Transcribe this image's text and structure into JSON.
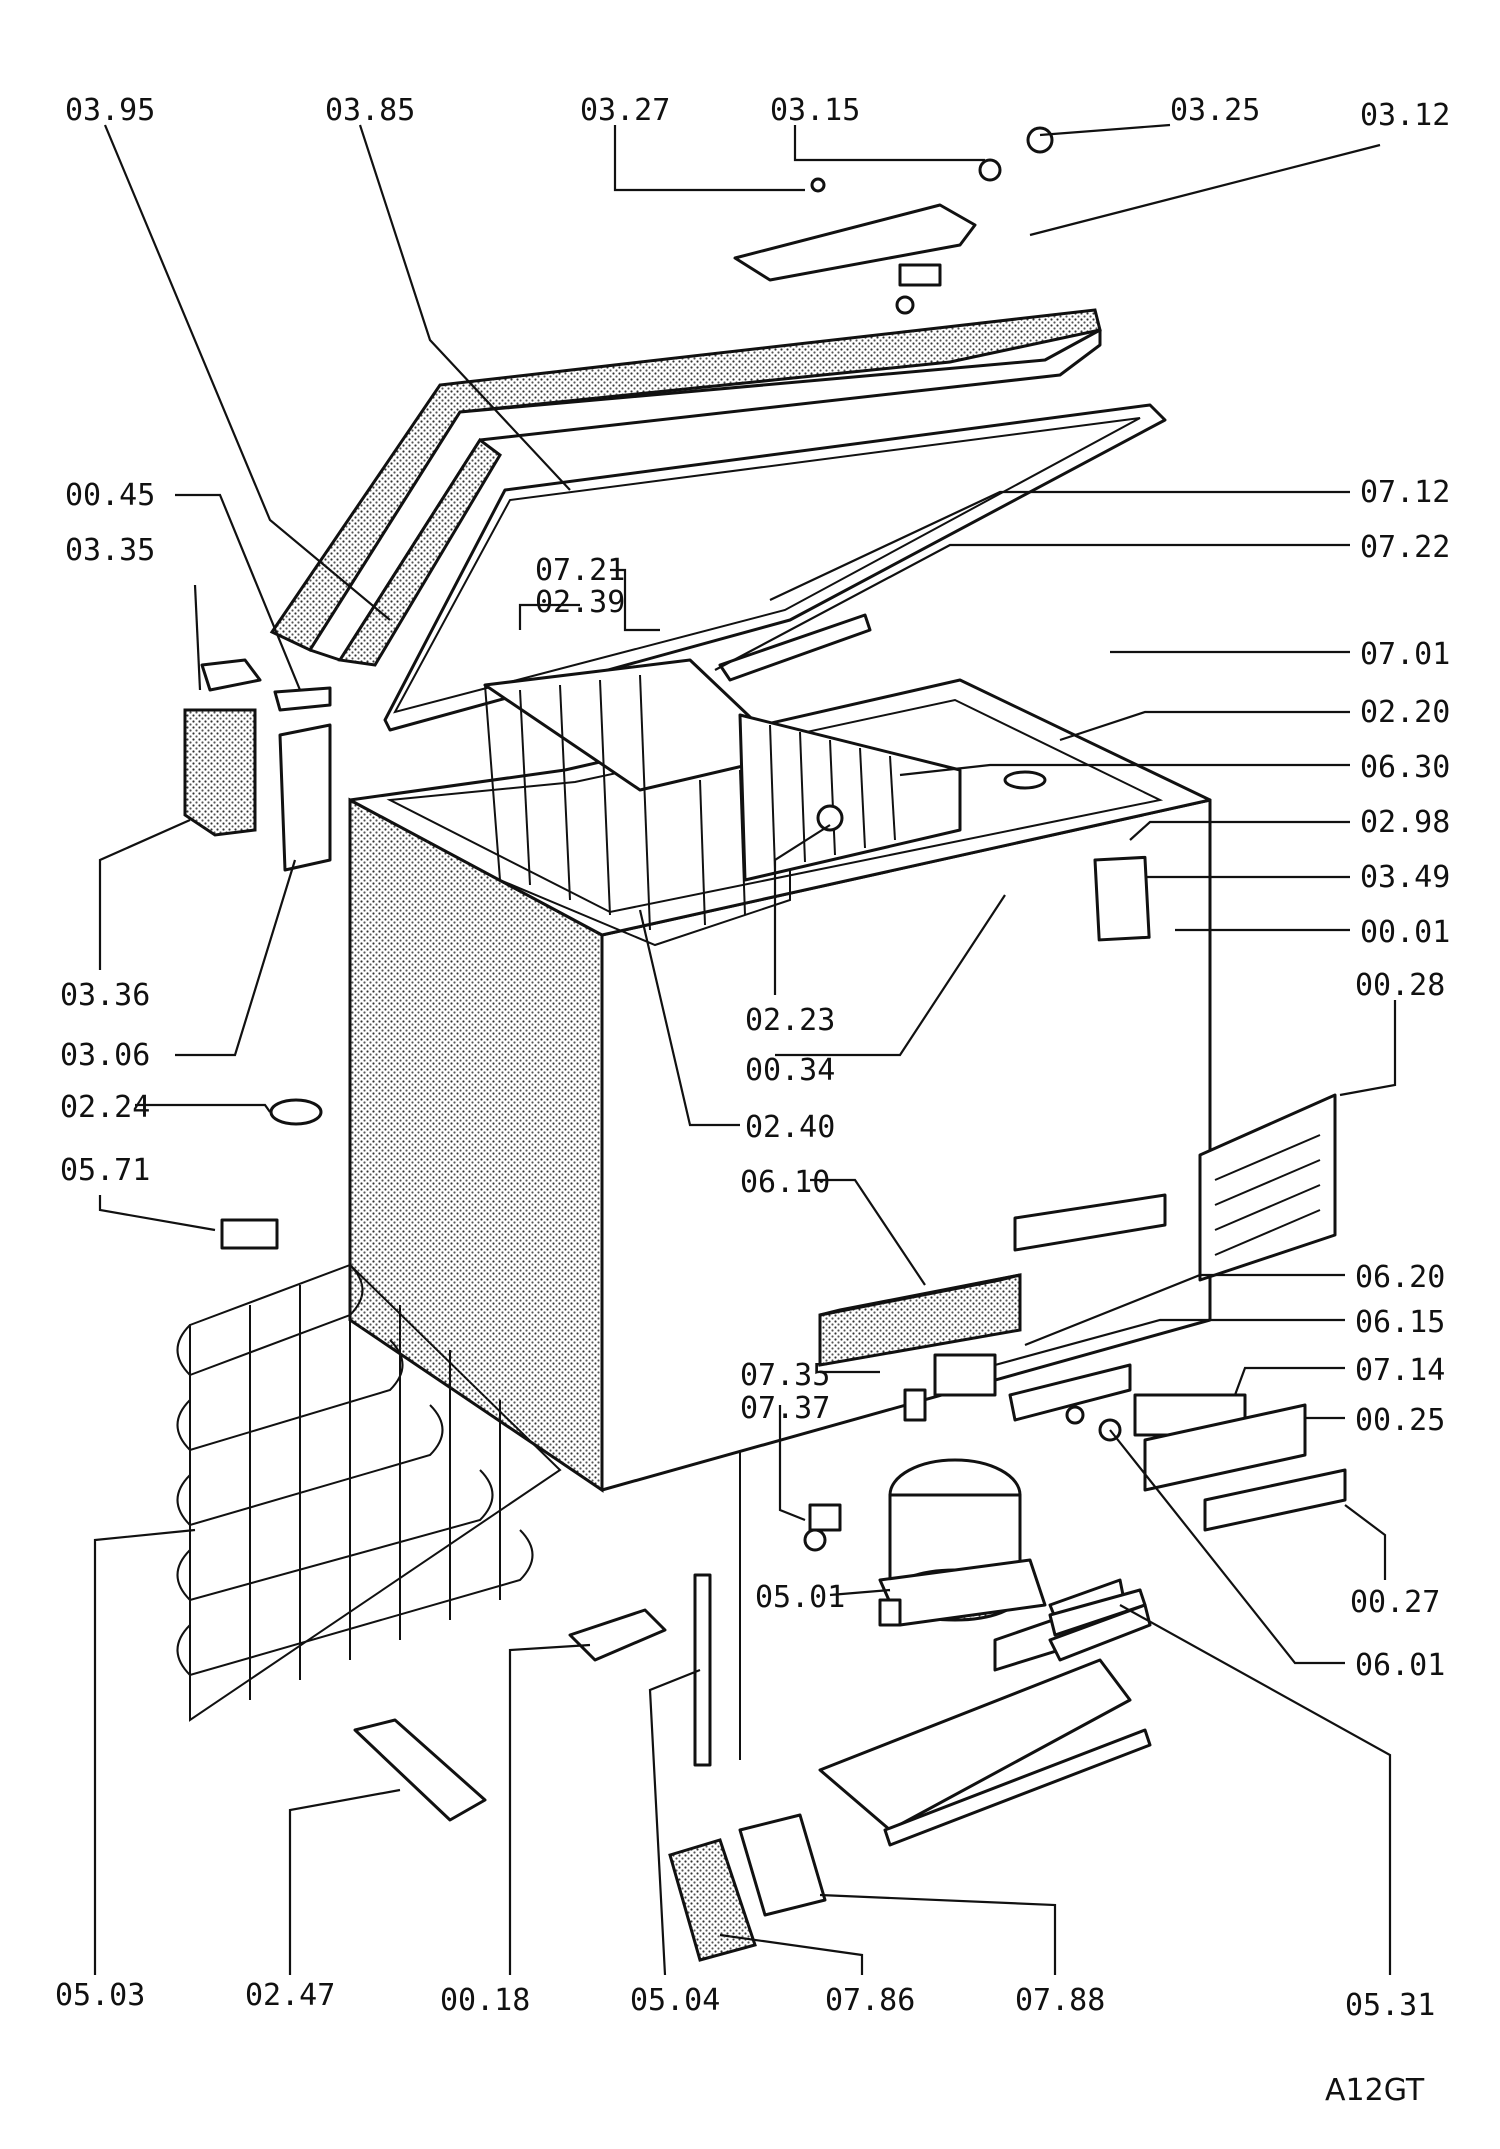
{
  "diagram": {
    "labels": {
      "03.95": "03.95",
      "03.85": "03.85",
      "03.27": "03.27",
      "03.15": "03.15",
      "03.25": "03.25",
      "03.12": "03.12",
      "00.45": "00.45",
      "03.35": "03.35",
      "07.21": "07.21",
      "02.39": "02.39",
      "07.12": "07.12",
      "07.22": "07.22",
      "07.01": "07.01",
      "02.20": "02.20",
      "06.30": "06.30",
      "02.98": "02.98",
      "03.49": "03.49",
      "00.01": "00.01",
      "03.36": "03.36",
      "02.23": "02.23",
      "00.28": "00.28",
      "03.06": "03.06",
      "00.34": "00.34",
      "02.24": "02.24",
      "02.40": "02.40",
      "05.71": "05.71",
      "06.10": "06.10",
      "06.20": "06.20",
      "06.15": "06.15",
      "07.35": "07.35",
      "07.14": "07.14",
      "07.37": "07.37",
      "00.25": "00.25",
      "05.01": "05.01",
      "00.27": "00.27",
      "06.01": "06.01",
      "05.03": "05.03",
      "02.47": "02.47",
      "00.18": "00.18",
      "05.04": "05.04",
      "07.86": "07.86",
      "07.88": "07.88",
      "05.31": "05.31"
    },
    "reference": "A12GT"
  }
}
